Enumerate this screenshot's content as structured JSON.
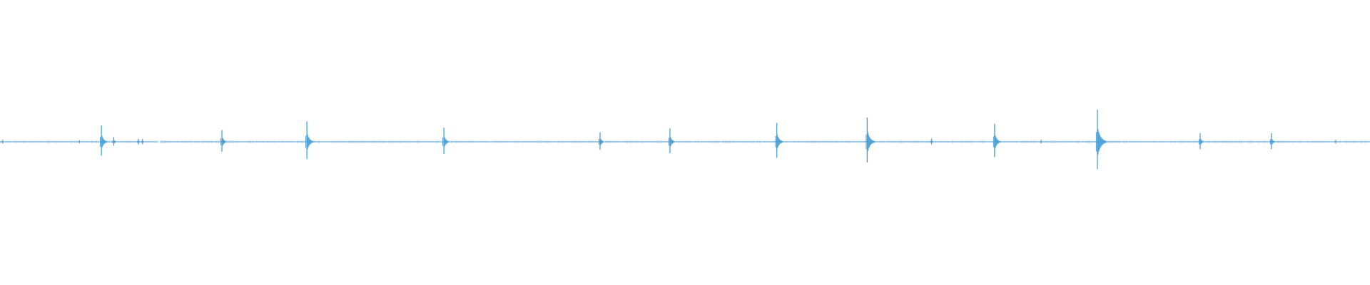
{
  "waveform": {
    "color": "#4a9fd6",
    "background": "#ffffff",
    "baseline_level": 0.02,
    "segments": [
      {
        "start": 0.0,
        "end": 0.072
      },
      {
        "start": 0.072,
        "end": 0.115
      },
      {
        "start": 0.117,
        "end": 0.17
      },
      {
        "start": 0.17,
        "end": 0.222
      },
      {
        "start": 0.222,
        "end": 0.33
      },
      {
        "start": 0.33,
        "end": 0.433
      },
      {
        "start": 0.433,
        "end": 0.495
      },
      {
        "start": 0.495,
        "end": 0.565
      },
      {
        "start": 0.565,
        "end": 0.628
      },
      {
        "start": 0.628,
        "end": 0.7
      },
      {
        "start": 0.7,
        "end": 0.778
      },
      {
        "start": 0.778,
        "end": 0.845
      },
      {
        "start": 0.845,
        "end": 0.9
      },
      {
        "start": 0.9,
        "end": 0.955
      },
      {
        "start": 0.955,
        "end": 1.0
      }
    ],
    "peaks": [
      {
        "position": 0.002,
        "amplitude": 0.05
      },
      {
        "position": 0.058,
        "amplitude": 0.04
      },
      {
        "position": 0.074,
        "amplitude": 0.42
      },
      {
        "position": 0.083,
        "amplitude": 0.12
      },
      {
        "position": 0.101,
        "amplitude": 0.08
      },
      {
        "position": 0.104,
        "amplitude": 0.07
      },
      {
        "position": 0.162,
        "amplitude": 0.3
      },
      {
        "position": 0.224,
        "amplitude": 0.52
      },
      {
        "position": 0.324,
        "amplitude": 0.36
      },
      {
        "position": 0.438,
        "amplitude": 0.24
      },
      {
        "position": 0.489,
        "amplitude": 0.34
      },
      {
        "position": 0.567,
        "amplitude": 0.48
      },
      {
        "position": 0.633,
        "amplitude": 0.62
      },
      {
        "position": 0.68,
        "amplitude": 0.08
      },
      {
        "position": 0.726,
        "amplitude": 0.46
      },
      {
        "position": 0.76,
        "amplitude": 0.05
      },
      {
        "position": 0.801,
        "amplitude": 0.82
      },
      {
        "position": 0.876,
        "amplitude": 0.22
      },
      {
        "position": 0.928,
        "amplitude": 0.22
      },
      {
        "position": 0.975,
        "amplitude": 0.05
      }
    ]
  }
}
